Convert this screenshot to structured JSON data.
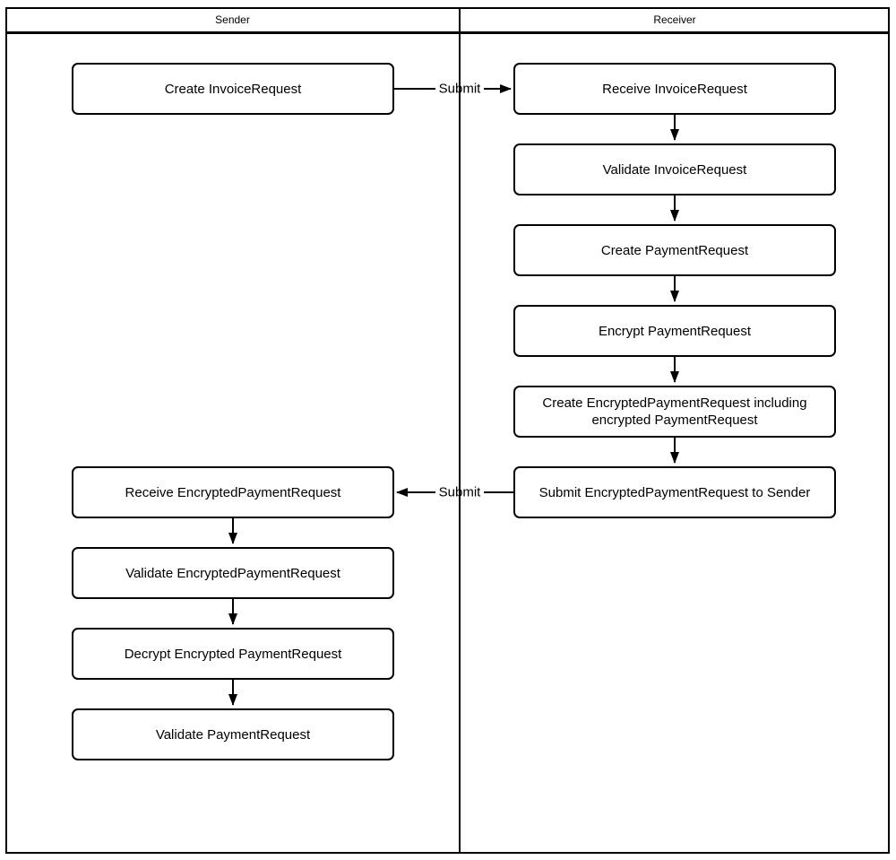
{
  "lanes": [
    {
      "title": "Sender",
      "nodes": [
        {
          "label": "Create InvoiceRequest"
        },
        {
          "label": "Receive EncryptedPaymentRequest"
        },
        {
          "label": "Validate EncryptedPaymentRequest"
        },
        {
          "label": "Decrypt Encrypted PaymentRequest"
        },
        {
          "label": "Validate PaymentRequest"
        }
      ]
    },
    {
      "title": "Receiver",
      "nodes": [
        {
          "label": "Receive InvoiceRequest"
        },
        {
          "label": "Validate InvoiceRequest"
        },
        {
          "label": "Create PaymentRequest"
        },
        {
          "label": "Encrypt PaymentRequest"
        },
        {
          "label": "Create EncryptedPaymentRequest including encrypted PaymentRequest"
        },
        {
          "label": "Submit EncryptedPaymentRequest to Sender"
        }
      ]
    }
  ],
  "edges": [
    {
      "label": "Submit",
      "from": "Create InvoiceRequest",
      "to": "Receive InvoiceRequest",
      "direction": "right"
    },
    {
      "label": "Submit",
      "from": "Submit EncryptedPaymentRequest to Sender",
      "to": "Receive EncryptedPaymentRequest",
      "direction": "left"
    }
  ],
  "colors": {
    "stroke": "#000000",
    "background": "#ffffff",
    "text": "#000000"
  }
}
